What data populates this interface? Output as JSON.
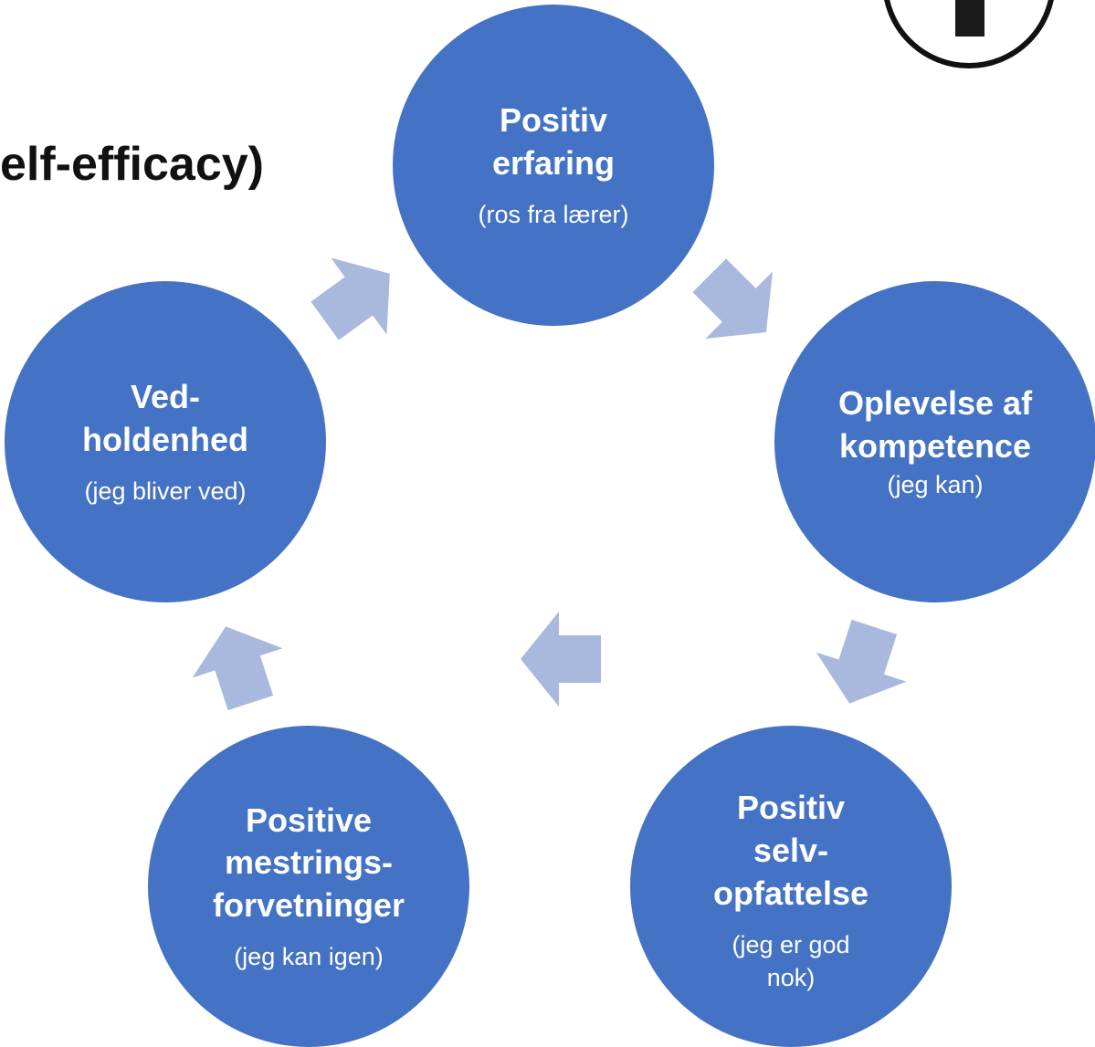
{
  "title": "elf-efficacy)",
  "nodes": [
    {
      "id": "positiv-erfaring",
      "head": [
        "Positiv",
        "erfaring"
      ],
      "sub": [
        "(ros fra lærer)"
      ]
    },
    {
      "id": "oplevelse-af-kompetence",
      "head": [
        "Oplevelse af",
        "kompetence"
      ],
      "sub": [
        "(jeg kan)"
      ]
    },
    {
      "id": "positiv-selvopfattelse",
      "head": [
        "Positiv",
        "selv-",
        "opfattelse"
      ],
      "sub": [
        "(jeg er god",
        "nok)"
      ]
    },
    {
      "id": "positive-mestringsforventninger",
      "head": [
        "Positive",
        "mestrings-",
        "forvetninger"
      ],
      "sub": [
        "(jeg kan igen)"
      ]
    },
    {
      "id": "vedholdenhed",
      "head": [
        "Ved-",
        "holdenhed"
      ],
      "sub": [
        "(jeg bliver ved)"
      ]
    }
  ],
  "colors": {
    "node_fill": "#4472c4",
    "arrow_fill": "#a9b8dd",
    "text": "#ffffff"
  }
}
